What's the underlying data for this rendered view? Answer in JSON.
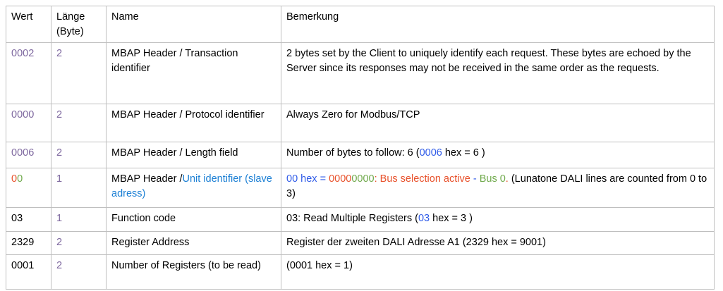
{
  "table": {
    "headers": {
      "wert": "Wert",
      "laenge": "Länge (Byte)",
      "laenge_line1": "Länge",
      "laenge_line2": "(Byte)",
      "name": "Name",
      "bemerkung": "Bemerkung"
    },
    "colors": {
      "purple": "#7E689F",
      "blue": "#2F5BE8",
      "link_blue": "#1B7FD4",
      "orange": "#E8512B",
      "green": "#6FA94B",
      "black": "#000000",
      "border": "#bfbfbf"
    },
    "rows": [
      {
        "wert": "0002",
        "laenge": "2",
        "name": "MBAP Header / Transaction identifier",
        "bemerkung": "2 bytes set by the Client to uniquely identify each request. These bytes are echoed by the Server since its responses may not be received in the same order as the requests."
      },
      {
        "wert": "0000",
        "laenge": "2",
        "name": "MBAP Header / Protocol identifier",
        "bemerkung": "Always Zero for Modbus/TCP"
      },
      {
        "wert": "0006",
        "laenge": "2",
        "name": "MBAP Header / Length field",
        "bemerkung_pre": "Number of bytes to follow: 6 (",
        "bemerkung_hex": "0006",
        "bemerkung_post": " hex = 6 )"
      },
      {
        "wert_part1": "0",
        "wert_part2": "0",
        "laenge": "1",
        "name_black": "MBAP Header /",
        "name_blue": "Unit identifier (slave adress)",
        "bemerkung_blue1": "00 hex = ",
        "bemerkung_orange1": "0000",
        "bemerkung_green1": "0000",
        "bemerkung_orange2": ": Bus selection active ",
        "bemerkung_blue2": "- ",
        "bemerkung_green2": "Bus 0",
        "bemerkung_orange3": ".",
        "bemerkung_black": " (Lunatone DALI lines are counted from 0 to 3)"
      },
      {
        "wert": "03",
        "laenge": "1",
        "name": "Function code",
        "bemerkung_pre": "03: Read Multiple Registers (",
        "bemerkung_hex": "03",
        "bemerkung_post": " hex = 3 )"
      },
      {
        "wert": "2329",
        "laenge": "2",
        "name": "Register Address",
        "bemerkung": "Register der zweiten DALI Adresse A1 (2329 hex = 9001)"
      },
      {
        "wert": "0001",
        "laenge": "2",
        "name": "Number of Registers (to be read)",
        "bemerkung": "(0001 hex = 1)"
      }
    ]
  }
}
